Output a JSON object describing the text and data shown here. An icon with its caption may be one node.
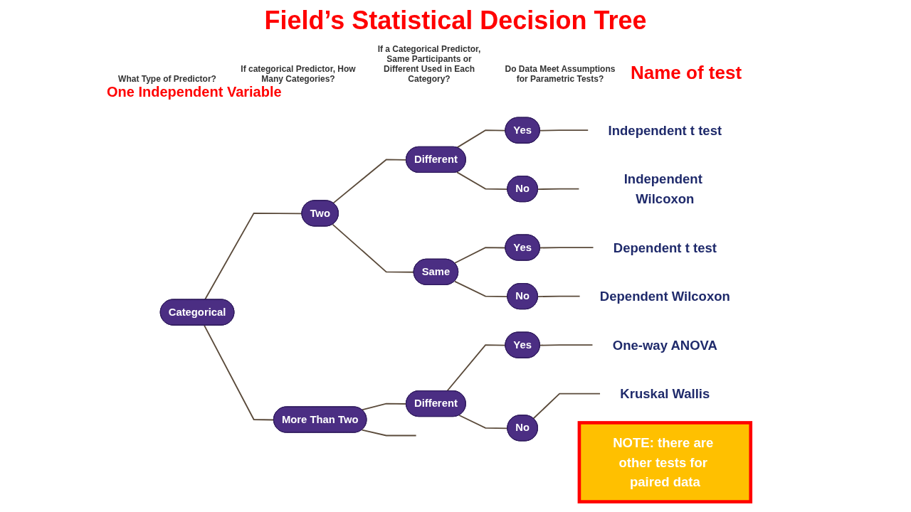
{
  "diagram": {
    "title": "Field’s Statistical Decision Tree",
    "nodes": [
      {
        "text": [
          "Categorical"
        ]
      },
      {
        "text": [
          "Two"
        ]
      },
      {
        "text": [
          "More Than Two"
        ]
      },
      {
        "text": [
          "Different"
        ]
      },
      {
        "text": [
          "Same"
        ]
      },
      {
        "text": [
          "Different"
        ]
      },
      {
        "text": [
          "Yes"
        ]
      },
      {
        "text": [
          "No"
        ]
      },
      {
        "text": [
          "Yes"
        ]
      },
      {
        "text": [
          "No"
        ]
      },
      {
        "text": [
          "Yes"
        ]
      },
      {
        "text": [
          "No"
        ]
      },
      {
        "text": [
          "Independent t test"
        ]
      },
      {
        "text": [
          "Independent Wilcoxon"
        ]
      },
      {
        "text": [
          "Dependent t test"
        ]
      },
      {
        "text": [
          "Dependent Wilcoxon"
        ]
      },
      {
        "text": [
          "One-way ANOVA"
        ]
      },
      {
        "text": [
          "Kruskal Wallis"
        ]
      },
      {
        "text": [
          "NOTE: there are other tests for paired data"
        ]
      }
    ],
    "edges": [
      {
        "from": 0,
        "to": 1,
        "arrow": "none"
      },
      {
        "from": 0,
        "to": 2,
        "arrow": "none"
      },
      {
        "from": 1,
        "to": 3,
        "arrow": "none"
      },
      {
        "from": 1,
        "to": 4,
        "arrow": "none"
      },
      {
        "from": 2,
        "to": 5,
        "arrow": "none"
      },
      {
        "from": 2,
        "to": null,
        "arrow": "none"
      },
      {
        "from": 3,
        "to": 6,
        "arrow": "none"
      },
      {
        "from": 3,
        "to": 7,
        "arrow": "none"
      },
      {
        "from": 4,
        "to": 8,
        "arrow": "none"
      },
      {
        "from": 4,
        "to": 9,
        "arrow": "none"
      },
      {
        "from": 5,
        "to": 10,
        "arrow": "none"
      },
      {
        "from": 5,
        "to": 11,
        "arrow": "none"
      },
      {
        "from": 6,
        "to": 12,
        "arrow": "none"
      },
      {
        "from": 7,
        "to": 13,
        "arrow": "none"
      },
      {
        "from": 8,
        "to": 14,
        "arrow": "none"
      },
      {
        "from": 9,
        "to": 15,
        "arrow": "none"
      },
      {
        "from": 10,
        "to": 16,
        "arrow": "none"
      },
      {
        "from": 11,
        "to": 17,
        "arrow": "none"
      }
    ],
    "labels": [
      "What Type of Predictor?",
      "If categorical Predictor, How Many Categories?",
      "If a Categorical Predictor, Same Participants or Different Used in Each Category?",
      "Do Data Meet Assumptions for Parametric Tests?",
      "Name of test",
      "One Independent Variable"
    ]
  }
}
